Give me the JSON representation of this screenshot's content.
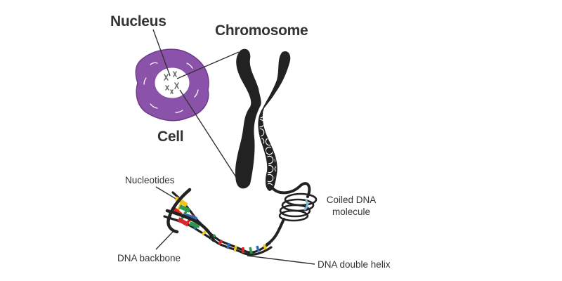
{
  "labels": {
    "nucleus": "Nucleus",
    "chromosome": "Chromosome",
    "cell": "Cell",
    "nucleotides": "Nucleotides",
    "coiled_dna_line1": "Coiled DNA",
    "coiled_dna_line2": "molecule",
    "dna_backbone": "DNA backbone",
    "dna_double_helix": "DNA double helix"
  },
  "colors": {
    "cell": "#8b52a9",
    "chromosome": "#222222",
    "text": "#333333",
    "base_pairs": [
      "#f3c415",
      "#2f9a4b",
      "#d9262b",
      "#2c6bb5",
      "#ffffff"
    ]
  }
}
